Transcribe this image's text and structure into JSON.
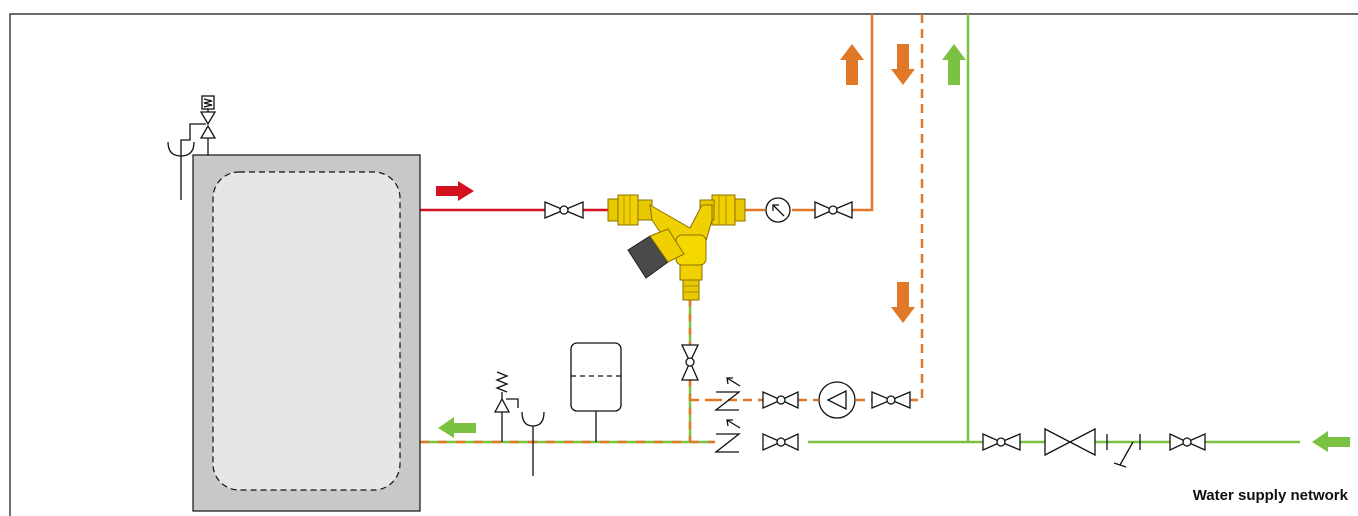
{
  "labels": {
    "supply_network": "Water supply network"
  },
  "colors": {
    "hot_water": "#d4111f",
    "mixed_water": "#e07828",
    "cold_water": "#7cc242",
    "valve_body": "#f0d000",
    "tank_fill": "#c8c8c8",
    "line": "#111111"
  },
  "icons": [
    "water-heater-tank",
    "thermostatic-mixing-valve",
    "gate-valve",
    "check-valve",
    "circulation-pump",
    "thermometer",
    "expansion-vessel",
    "safety-relief-valve",
    "drain-funnel",
    "strainer",
    "flow-arrow"
  ]
}
